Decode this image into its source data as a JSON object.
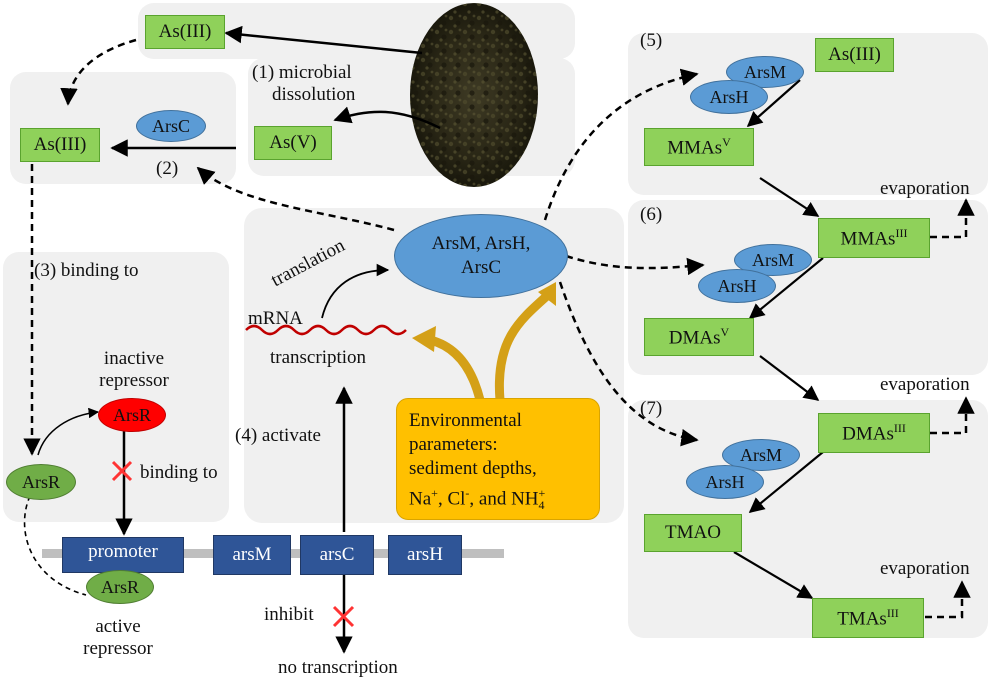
{
  "colors": {
    "panel": "#f0f0f0",
    "species_box": "#8fd15a",
    "enzyme": "#5b9bd5",
    "repressor_active": "#70ad47",
    "repressor_inactive": "#ff0000",
    "gene": "#2f5597",
    "environment": "#ffc000",
    "mrna": "#c00000"
  },
  "species": {
    "as3_top": "As(III)",
    "as5": "As(V)",
    "as3_left": "As(III)",
    "as3_right": "As(III)",
    "mmas5": "MMAs",
    "mmas5_sup": "V",
    "mmas3": "MMAs",
    "mmas3_sup": "III",
    "dmas5": "DMAs",
    "dmas5_sup": "V",
    "dmas3": "DMAs",
    "dmas3_sup": "III",
    "tmao": "TMAO",
    "tmas3": "TMAs",
    "tmas3_sup": "III"
  },
  "enzymes": {
    "arsc": "ArsC",
    "main_line1": "ArsM, ArsH,",
    "main_line2": "ArsC",
    "arsm": "ArsM",
    "arsh": "ArsH"
  },
  "repressors": {
    "arsr": "ArsR",
    "inactive_label_1": "inactive",
    "inactive_label_2": "repressor",
    "active_label_1": "active",
    "active_label_2": "repressor"
  },
  "genes": [
    "promoter",
    "arsM",
    "arsC",
    "arsH"
  ],
  "labels": {
    "step1_line1": "(1) microbial",
    "step1_line2": "dissolution",
    "step2": "(2)",
    "step3": "(3) binding to",
    "step4": "(4) activate",
    "step5": "(5)",
    "step6": "(6)",
    "step7": "(7)",
    "translation": "translation",
    "mrna": "mRNA",
    "transcription": "transcription",
    "binding_to": "binding to",
    "inhibit": "inhibit",
    "no_transcription": "no transcription",
    "evaporation": "evaporation"
  },
  "environment": {
    "line1": "Environmental",
    "line2": "parameters:",
    "line3": "sediment depths,",
    "na": "Na",
    "na_sup": "+",
    "cl": "Cl",
    "cl_sup": "-",
    "and": "and NH",
    "nh_sub": "4",
    "nh_sup": "+"
  }
}
